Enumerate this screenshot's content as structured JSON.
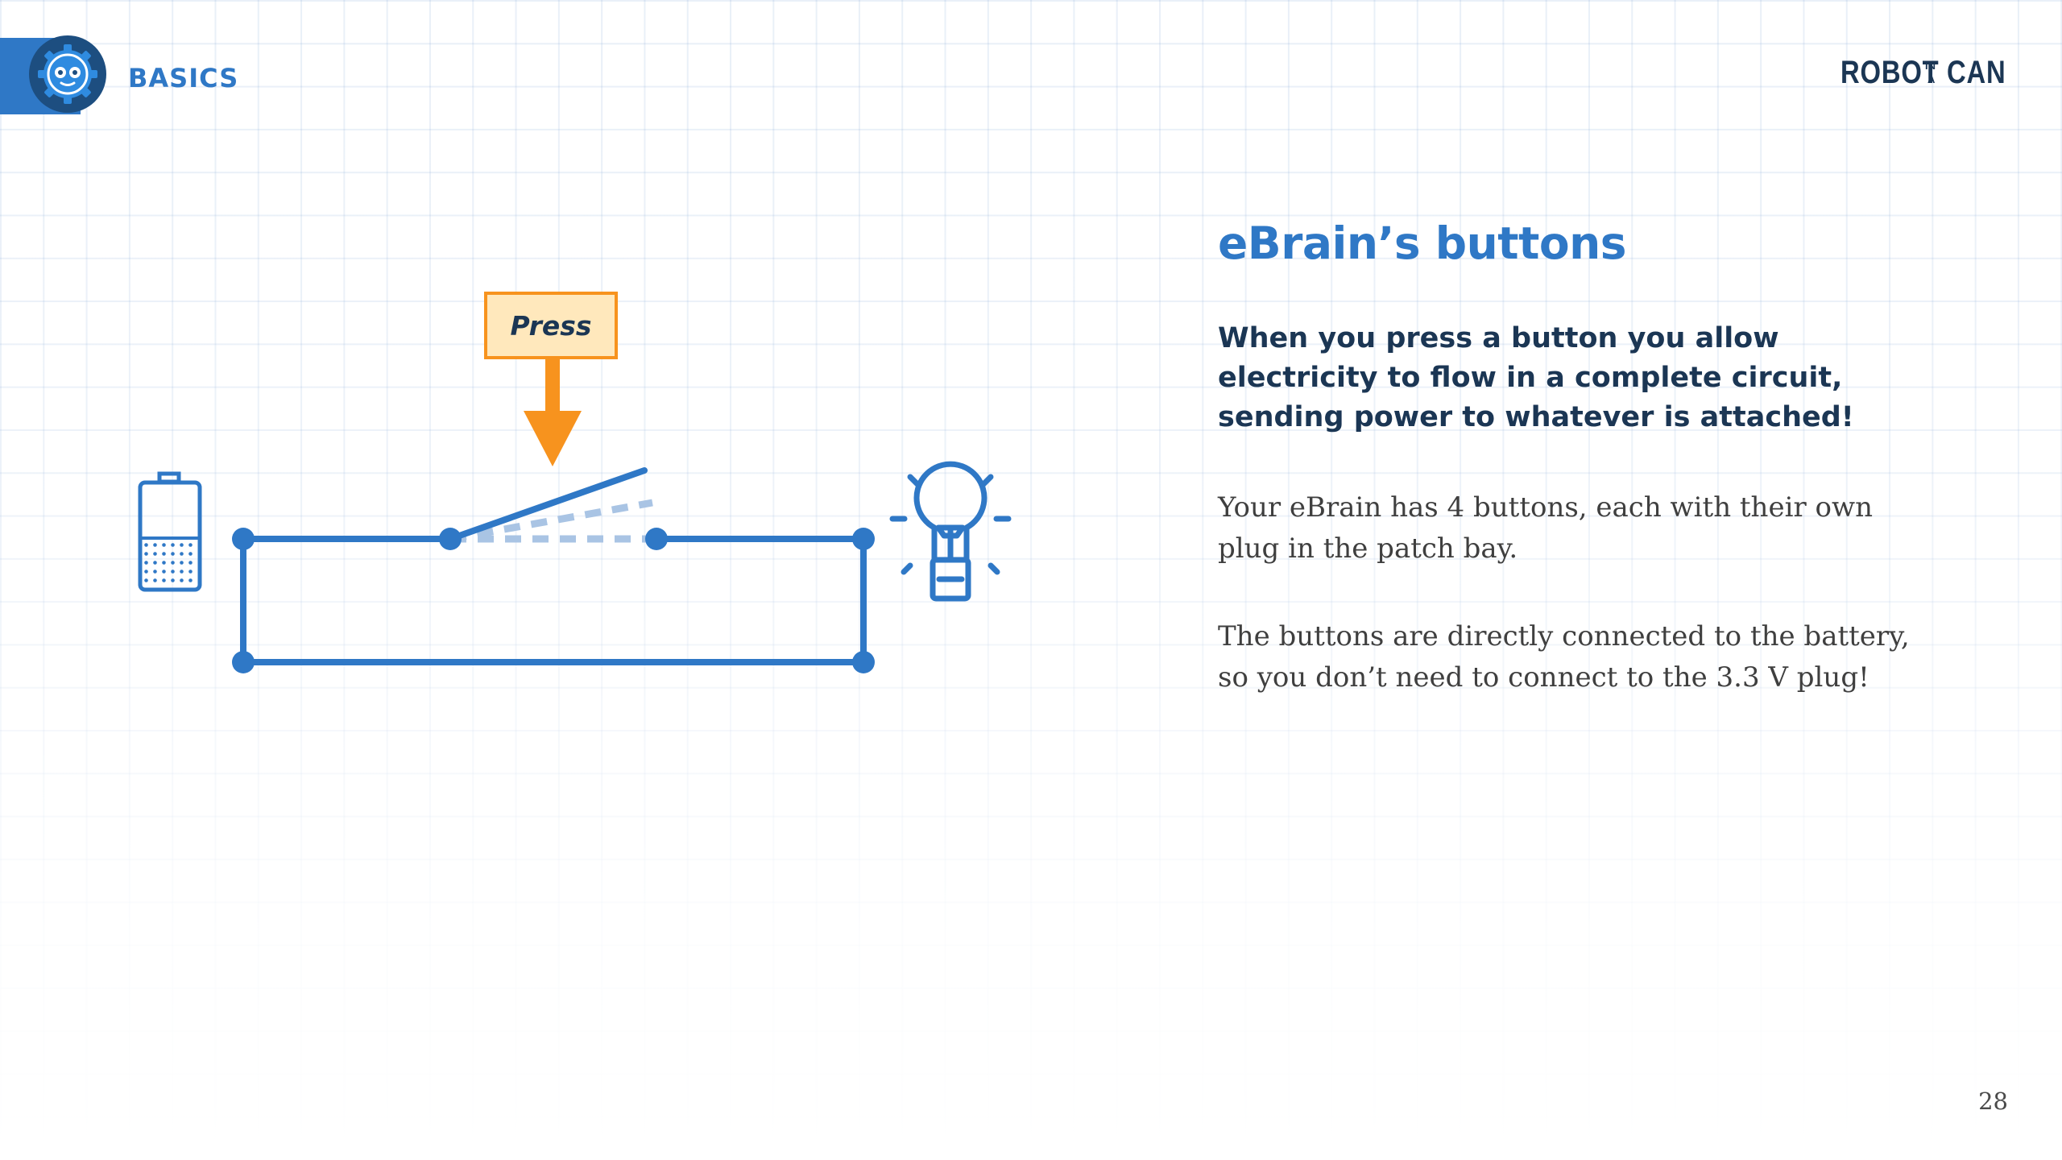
{
  "header": {
    "section": "BASICS",
    "logo": {
      "robot": "ROBOT",
      "in": "IN",
      "a": "A",
      "can": "CAN"
    },
    "badge_icon": "gear-robot-face-icon"
  },
  "diagram": {
    "press_label": "Press",
    "icons": [
      "battery-icon",
      "lightbulb-icon",
      "down-arrow-icon",
      "switch-icon"
    ]
  },
  "content": {
    "title": "eBrain’s buttons",
    "lead": "When you press a button you allow electricity to flow in a complete circuit, sending power to whatever is attached!",
    "para1": "Your eBrain has 4 buttons, each with their own plug in the patch bay.",
    "para2": "The buttons are directly connected to the battery, so you don’t need to connect to the 3.3 V plug!"
  },
  "page_number": "28",
  "colors": {
    "accent": "#2f78c6",
    "dark_navy": "#1b3654",
    "orange": "#f7931e",
    "press_fill": "#ffe8bc",
    "switch_ghost": "#a9c4e4"
  }
}
